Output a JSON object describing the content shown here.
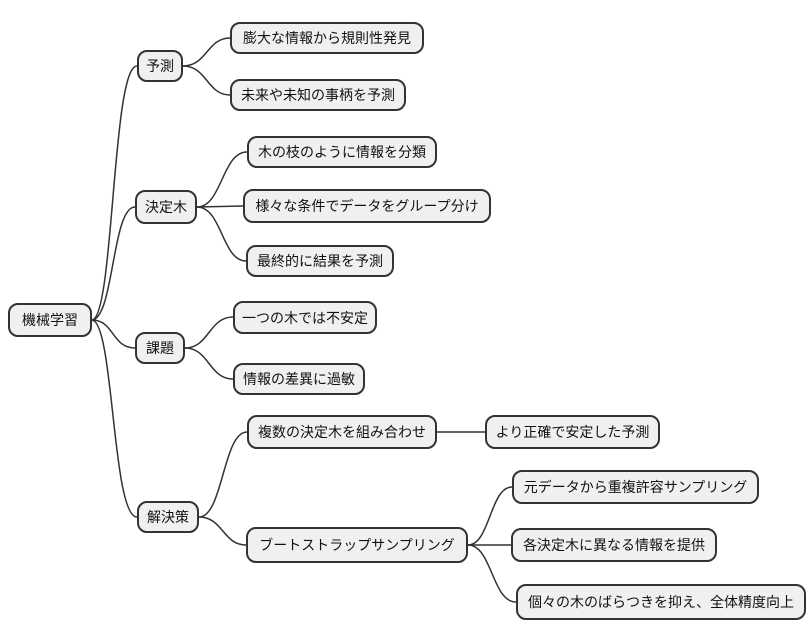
{
  "diagram": {
    "type": "mindmap",
    "style": {
      "background": "#ffffff",
      "node_fill": "#f0f0f0",
      "node_border": "#333333",
      "edge_color": "#333333",
      "text_color": "#111111"
    }
  },
  "mindmap": {
    "root": {
      "label": "機械学習"
    },
    "branches": [
      {
        "label": "予測",
        "children": [
          {
            "label": "膨大な情報から規則性発見"
          },
          {
            "label": "未来や未知の事柄を予測"
          }
        ]
      },
      {
        "label": "決定木",
        "children": [
          {
            "label": "木の枝のように情報を分類"
          },
          {
            "label": "様々な条件でデータをグループ分け"
          },
          {
            "label": "最終的に結果を予測"
          }
        ]
      },
      {
        "label": "課題",
        "children": [
          {
            "label": "一つの木では不安定"
          },
          {
            "label": "情報の差異に過敏"
          }
        ]
      },
      {
        "label": "解決策",
        "children": [
          {
            "label": "複数の決定木を組み合わせ",
            "children": [
              {
                "label": "より正確で安定した予測"
              }
            ]
          },
          {
            "label": "ブートストラップサンプリング",
            "children": [
              {
                "label": "元データから重複許容サンプリング"
              },
              {
                "label": "各決定木に異なる情報を提供"
              },
              {
                "label": "個々の木のばらつきを抑え、全体精度向上"
              }
            ]
          }
        ]
      }
    ]
  }
}
